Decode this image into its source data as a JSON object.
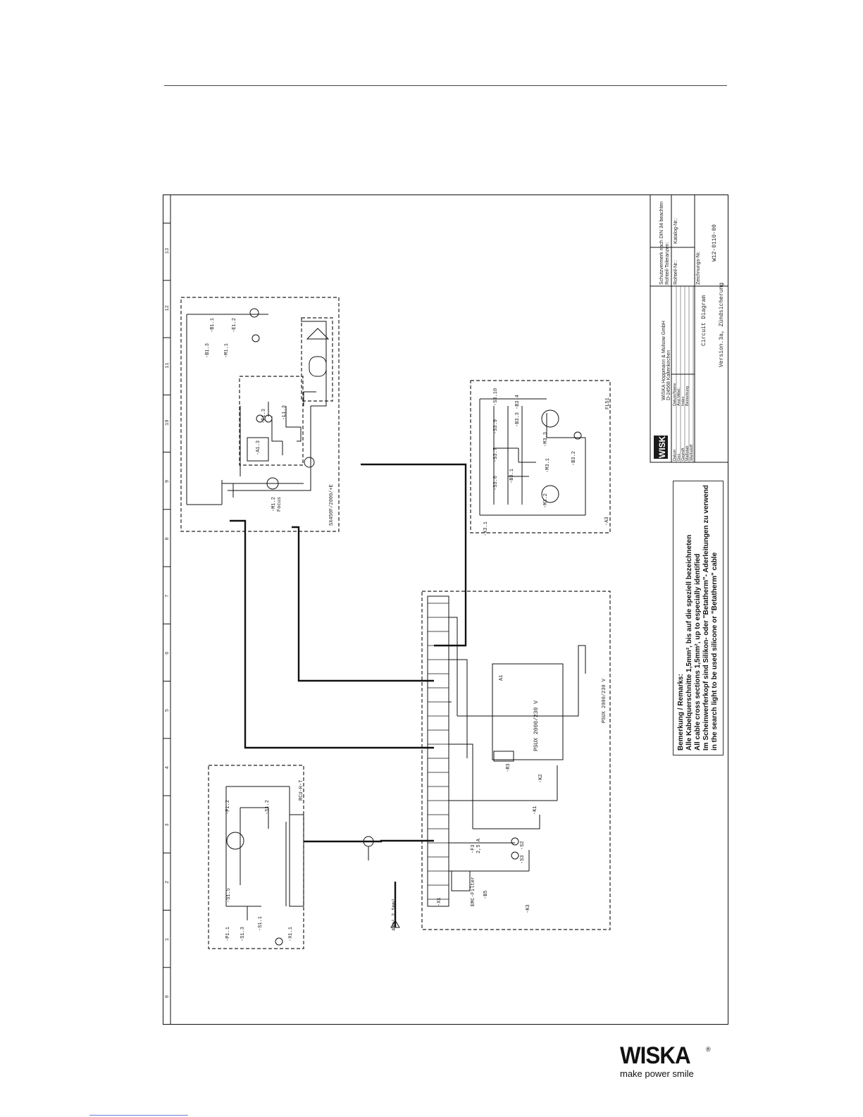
{
  "sheet": {
    "column_numbers": [
      "0",
      "1",
      "2",
      "3",
      "4",
      "5",
      "6",
      "7",
      "8",
      "9",
      "10",
      "11",
      "12",
      "13"
    ]
  },
  "title_block": {
    "logo_text": "WISKA",
    "company": "WISKA Hoppmann & Mulsow GmbH",
    "location": "D-24568 Kaltenkirchen",
    "protection_note": "Schutzvermerk nach DIN 34 beachten",
    "tolerance": "Rohteil-Toleranzen:",
    "part_no": "Rohteil-Nr.:",
    "catalog_no": "Katalog-Nr.:",
    "drawing_no_label": "Zeichnungs-Nr.",
    "drawing_no": "W12-0110-00",
    "rows": [
      "Datum",
      "Gez.",
      "Geprüft",
      "Maßstab",
      "Werkstoff"
    ],
    "row_values": [
      "Datum/Name",
      "Änd.Mittel.",
      "Index",
      "Bemerkung"
    ],
    "doc_title": "Circuit Diagram",
    "doc_subtitle": "Version.3a, Zündsicherung"
  },
  "remarks": {
    "heading": "Bemerkung / Remarks:",
    "line1": "Alle Kabelquerschnitte 1,5mm², bis auf die speziell bezeichneten",
    "line2": "All cable cross sections 1,5mm², up to especially identified",
    "line3": "Im Scheinwerferkopf sind Silikon- oder \"Betatherm\"- Aderleitungen zu verwenden",
    "line4": "in the search light to be used silicone or \"Betatherm\" cable"
  },
  "blocks": {
    "sx": "SX450F/2000/+E",
    "fls": "FLS1",
    "a3": "-A3",
    "psux": "PSUX 2000/230 V",
    "rcu": "RCU-H-T",
    "a1_unit": "PSUX 2000/230 V",
    "a1_tag": "A1"
  },
  "components": {
    "m1_2": "-M1.2",
    "focus": "Focus",
    "a1_3": "-A1.3",
    "e1_3": "-E1.3",
    "l1_3": "-L1.3",
    "b1_3": "-B1.3",
    "m1_1": "-M1.1",
    "b1_1": "-B1.1",
    "e1_2": "-E1.2",
    "x3_1": "-X3.1",
    "s3_6": "-S3.6",
    "s3_7": "-S3.7",
    "s3_9": "-S3.9",
    "s3_10": "-S3.10",
    "m3_1": "-M3.1",
    "b3_1": "-B3.1",
    "m3_2": "-M3.2",
    "m3_3": "-M3.3",
    "b3_2": "-B3.2",
    "b3_3": "-B3.3",
    "b3_4": "-B3.4",
    "p1_1": "-P1.1",
    "p1_2": "-P1.2",
    "s1_1": "-S1.1",
    "s1_2": "-S1.2",
    "s1_3": "-S1.3",
    "s1_5": "-S1.5",
    "x1_1": "-X1.1",
    "x1": "-X1",
    "k1": "-K1",
    "k2": "-K2",
    "k3": "-K3",
    "r3": "-R3",
    "f3": "-F3",
    "f3_rating": "2,5 A",
    "s2": "-S2",
    "s3": "-S3",
    "b5": "-B5",
    "emc": "EMC-Filter",
    "feed": "4mm² 2,5mm²"
  },
  "footer_logo": {
    "word": "WISKA",
    "reg": "®",
    "tagline": "make power smile"
  }
}
